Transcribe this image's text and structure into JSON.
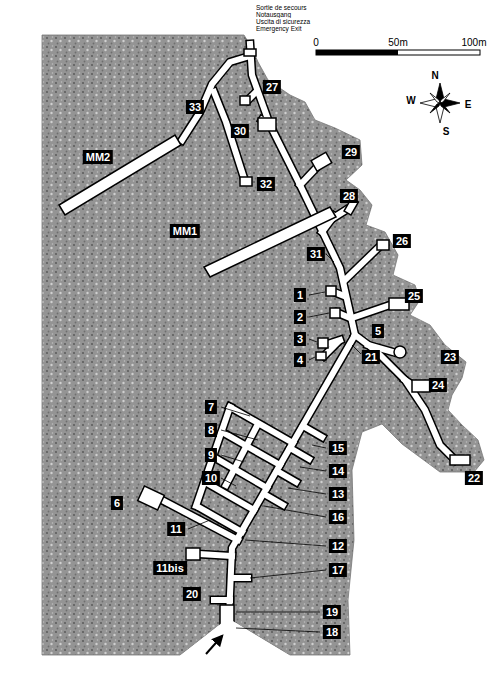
{
  "diagram": {
    "labels": [
      "Sortie de secours",
      "Notausgang",
      "Uscita di sicurezza",
      "Emergency Exit",
      "0",
      "50m",
      "100m",
      "N",
      "E",
      "S",
      "W",
      "33",
      "27",
      "30",
      "MM2",
      "29",
      "32",
      "28",
      "MM1",
      "26",
      "31",
      "1",
      "25",
      "2",
      "3",
      "5",
      "4",
      "21",
      "23",
      "24",
      "7",
      "8",
      "15",
      "9",
      "14",
      "10",
      "13",
      "6",
      "16",
      "11",
      "12",
      "22",
      "11bis",
      "17",
      "20",
      "19",
      "18"
    ]
  }
}
